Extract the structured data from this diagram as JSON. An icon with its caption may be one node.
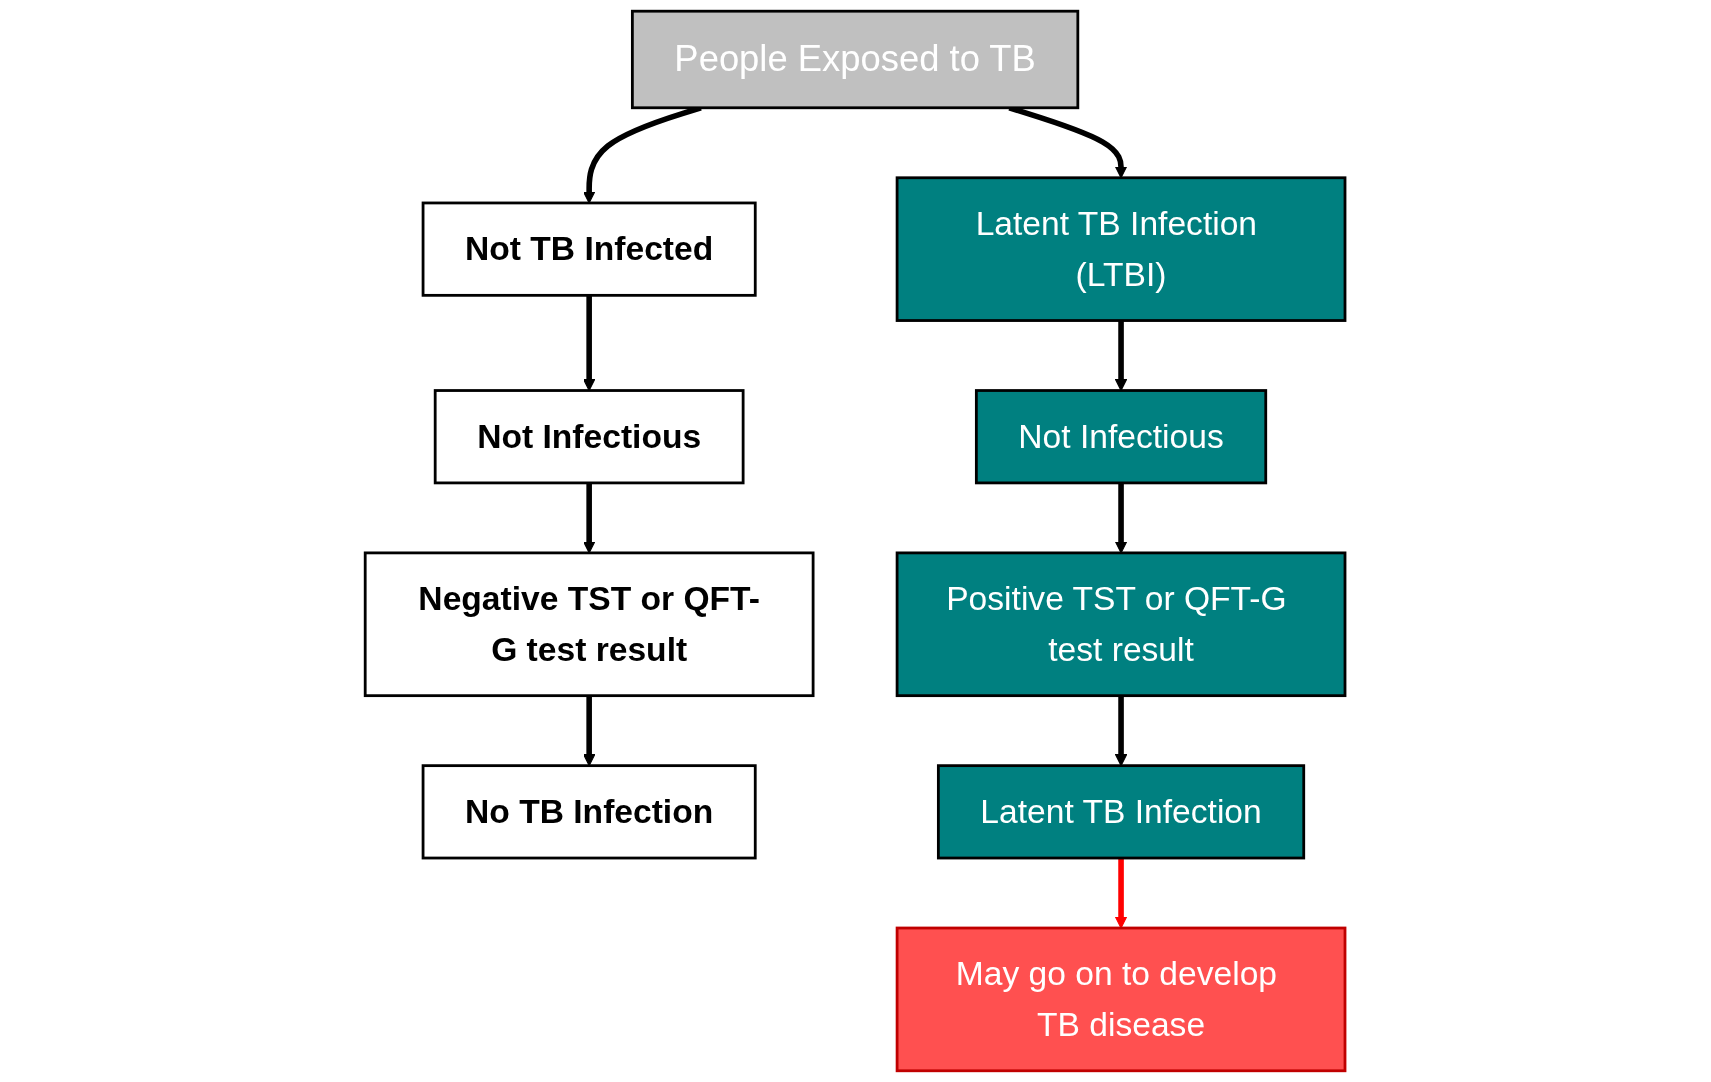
{
  "diagram": {
    "nodes": [
      {
        "text": [
          "People Exposed to TB"
        ]
      },
      {
        "text": [
          "Not TB Infected"
        ]
      },
      {
        "text": [
          "Latent TB Infection (LTBI)"
        ]
      },
      {
        "text": [
          "Not Infectious"
        ]
      },
      {
        "text": [
          "Not Infectious"
        ]
      },
      {
        "text": [
          "Negative TST or QFT-G test result"
        ]
      },
      {
        "text": [
          "Positive TST or QFT-G test result"
        ]
      },
      {
        "text": [
          "No TB Infection"
        ]
      },
      {
        "text": [
          "Latent TB Infection"
        ]
      },
      {
        "text": [
          "May go on to develop TB disease"
        ]
      }
    ],
    "edges": [
      {
        "from": 0,
        "to": 1,
        "arrow": "to"
      },
      {
        "from": 0,
        "to": 2,
        "arrow": "to"
      },
      {
        "from": 1,
        "to": 3,
        "arrow": "to"
      },
      {
        "from": 2,
        "to": 4,
        "arrow": "to"
      },
      {
        "from": 3,
        "to": 5,
        "arrow": "to"
      },
      {
        "from": 4,
        "to": 6,
        "arrow": "to"
      },
      {
        "from": 5,
        "to": 7,
        "arrow": "to"
      },
      {
        "from": 6,
        "to": 8,
        "arrow": "to"
      },
      {
        "from": 8,
        "to": 9,
        "arrow": "to",
        "color": "#ff0000"
      }
    ]
  }
}
